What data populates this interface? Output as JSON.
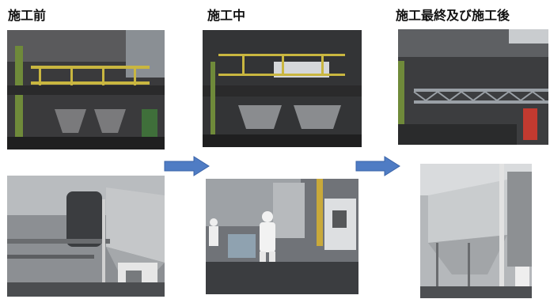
{
  "labels": {
    "before": "施工前",
    "during": "施工中",
    "after": "施工最終及び施工後"
  },
  "colors": {
    "arrow": "#4f7cc4",
    "arrow_border": "#3a63a8",
    "text": "#111111"
  },
  "icons": {
    "arrow": "right-arrow-icon"
  }
}
